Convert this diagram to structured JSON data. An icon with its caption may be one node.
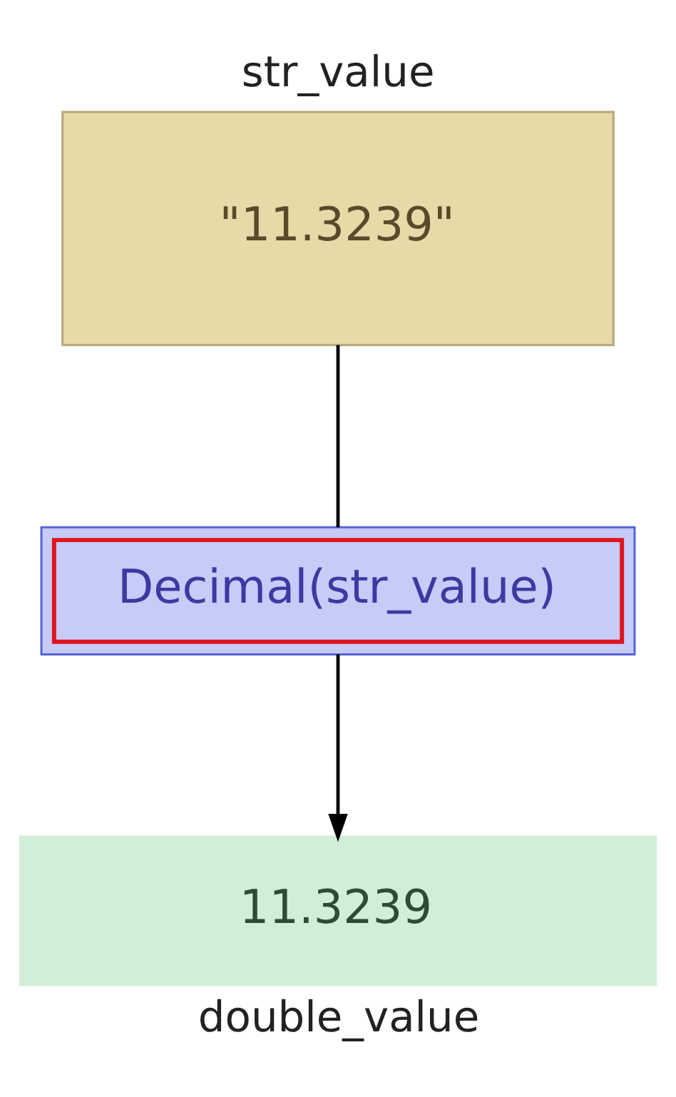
{
  "diagram": {
    "nodes": [
      {
        "text": [
          "str_value",
          "\"11.3239\""
        ]
      },
      {
        "text": [
          "Decimal(str_value)"
        ]
      },
      {
        "text": [
          "11.3239",
          "double_value"
        ]
      }
    ],
    "edges": [
      {
        "from": 0,
        "to": 1,
        "arrow": "none"
      },
      {
        "from": 1,
        "to": 2,
        "arrow": "to"
      }
    ]
  }
}
